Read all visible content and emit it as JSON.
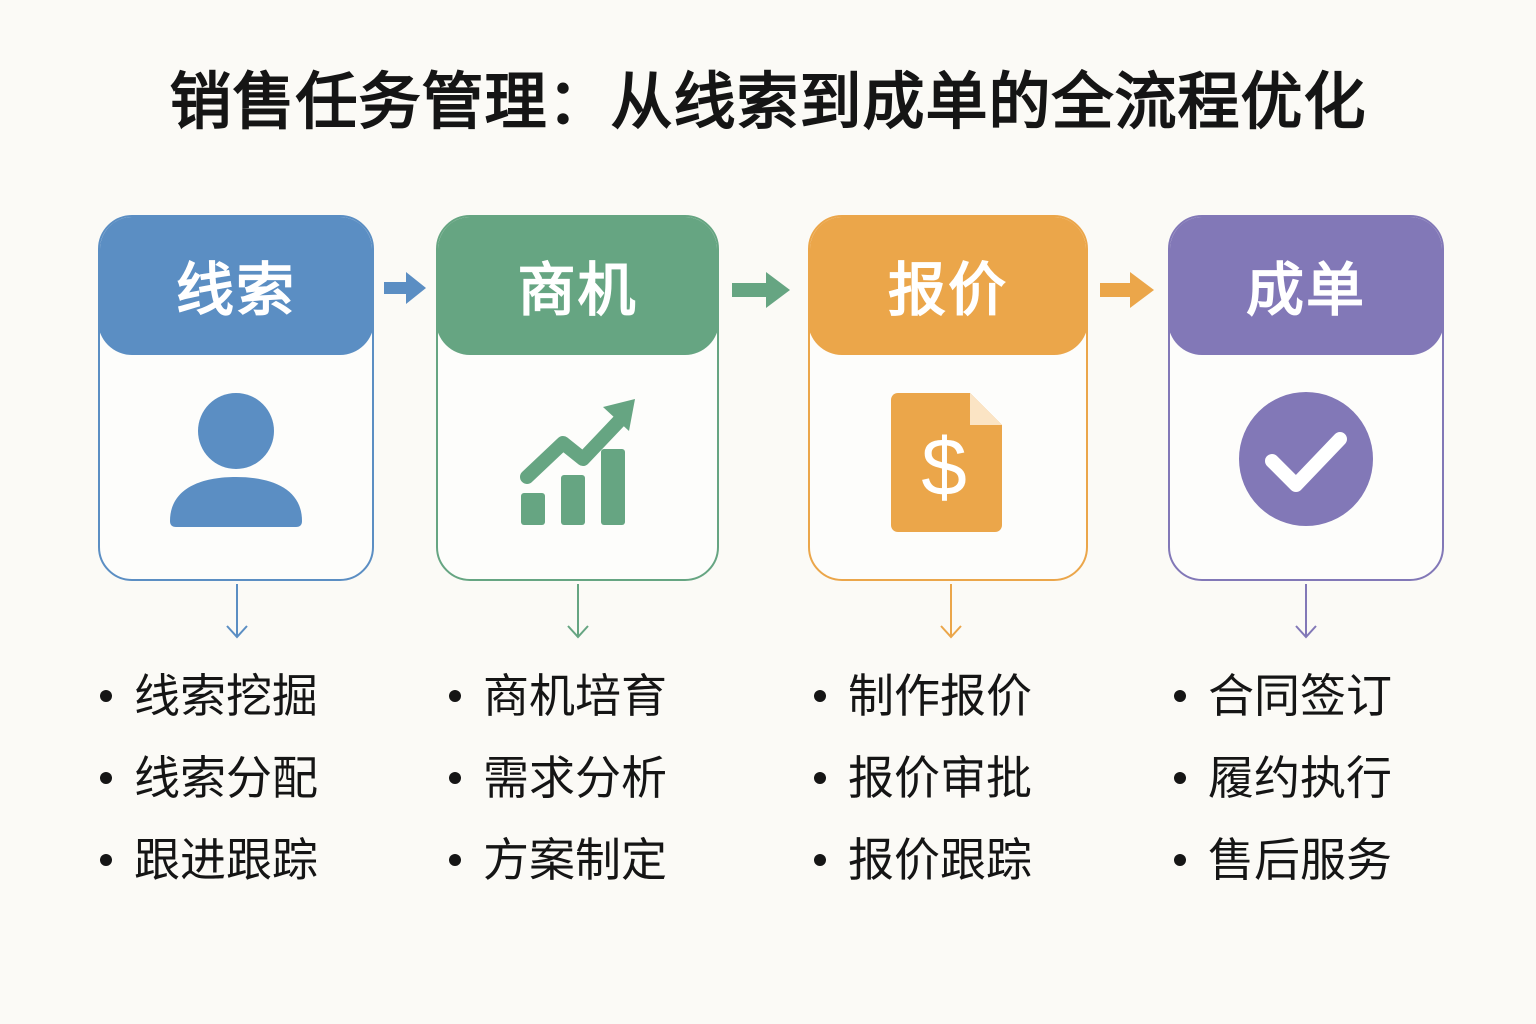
{
  "title": "销售任务管理：从线索到成单的全流程优化",
  "colors": {
    "leads": "#5b8ec3",
    "opportunity": "#66a582",
    "quote": "#eba64a",
    "deal": "#8278b7"
  },
  "stages": [
    {
      "name": "线索",
      "icon": "person-icon",
      "items": [
        "线索挖掘",
        "线索分配",
        "跟进跟踪"
      ]
    },
    {
      "name": "商机",
      "icon": "growth-chart-icon",
      "items": [
        "商机培育",
        "需求分析",
        "方案制定"
      ]
    },
    {
      "name": "报价",
      "icon": "dollar-document-icon",
      "items": [
        "制作报价",
        "报价审批",
        "报价跟踪"
      ]
    },
    {
      "name": "成单",
      "icon": "checkmark-circle-icon",
      "items": [
        "合同签订",
        "履约执行",
        "售后服务"
      ]
    }
  ]
}
